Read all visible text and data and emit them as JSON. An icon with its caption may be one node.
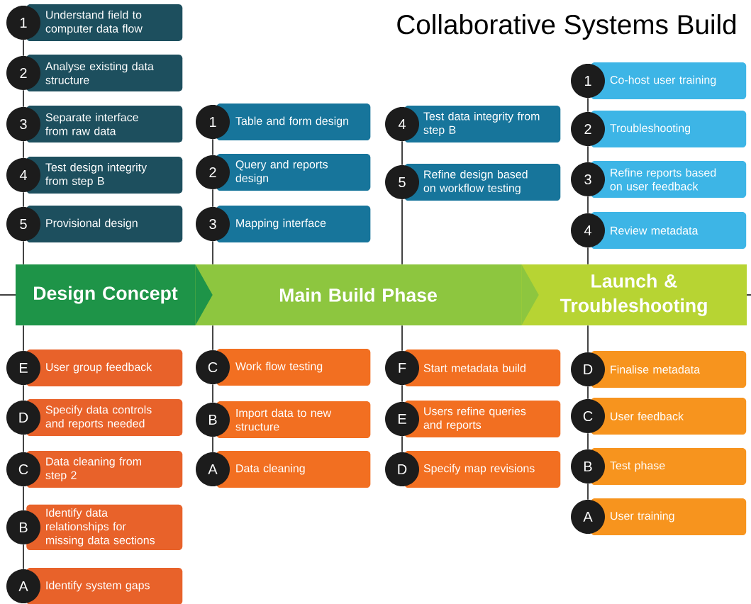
{
  "diagram": {
    "title": "Collaborative Systems Build",
    "nodes": [
      {
        "text": [
          "Design Concept"
        ]
      },
      {
        "text": [
          "Main Build Phase"
        ]
      },
      {
        "text": [
          "Launch & Troubleshooting"
        ]
      },
      {
        "text": [
          "1"
        ]
      },
      {
        "text": [
          "Understand field to computer data flow"
        ]
      },
      {
        "text": [
          "2"
        ]
      },
      {
        "text": [
          "Analyse existing data structure"
        ]
      },
      {
        "text": [
          "3"
        ]
      },
      {
        "text": [
          "Separate interface from raw data"
        ]
      },
      {
        "text": [
          "4"
        ]
      },
      {
        "text": [
          "Test design integrity from step B"
        ]
      },
      {
        "text": [
          "5"
        ]
      },
      {
        "text": [
          "Provisional design"
        ]
      },
      {
        "text": [
          "E"
        ]
      },
      {
        "text": [
          "User group feedback"
        ]
      },
      {
        "text": [
          "D"
        ]
      },
      {
        "text": [
          "Specify data controls and reports needed"
        ]
      },
      {
        "text": [
          "C"
        ]
      },
      {
        "text": [
          "Data cleaning from step 2"
        ]
      },
      {
        "text": [
          "B"
        ]
      },
      {
        "text": [
          "Identify data relationships for missing data sections"
        ]
      },
      {
        "text": [
          "A"
        ]
      },
      {
        "text": [
          "Identify system gaps"
        ]
      },
      {
        "text": [
          "1"
        ]
      },
      {
        "text": [
          "Table and form design"
        ]
      },
      {
        "text": [
          "2"
        ]
      },
      {
        "text": [
          "Query and reports design"
        ]
      },
      {
        "text": [
          "3"
        ]
      },
      {
        "text": [
          "Mapping interface"
        ]
      },
      {
        "text": [
          "C"
        ]
      },
      {
        "text": [
          "Work flow testing"
        ]
      },
      {
        "text": [
          "B"
        ]
      },
      {
        "text": [
          "Import data to new structure"
        ]
      },
      {
        "text": [
          "A"
        ]
      },
      {
        "text": [
          "Data cleaning"
        ]
      },
      {
        "text": [
          "4"
        ]
      },
      {
        "text": [
          "Test data integrity from step B"
        ]
      },
      {
        "text": [
          "5"
        ]
      },
      {
        "text": [
          "Refine design based on workflow testing"
        ]
      },
      {
        "text": [
          "F"
        ]
      },
      {
        "text": [
          "Start metadata build"
        ]
      },
      {
        "text": [
          "E"
        ]
      },
      {
        "text": [
          "Users refine queries and reports"
        ]
      },
      {
        "text": [
          "D"
        ]
      },
      {
        "text": [
          "Specify map revisions"
        ]
      },
      {
        "text": [
          "1"
        ]
      },
      {
        "text": [
          "Co-host user training"
        ]
      },
      {
        "text": [
          "2"
        ]
      },
      {
        "text": [
          "Troubleshooting"
        ]
      },
      {
        "text": [
          "3"
        ]
      },
      {
        "text": [
          "Refine reports based on user feedback"
        ]
      },
      {
        "text": [
          "4"
        ]
      },
      {
        "text": [
          "Review metadata"
        ]
      },
      {
        "text": [
          "D"
        ]
      },
      {
        "text": [
          "Finalise metadata"
        ]
      },
      {
        "text": [
          "C"
        ]
      },
      {
        "text": [
          "User feedback"
        ]
      },
      {
        "text": [
          "B"
        ]
      },
      {
        "text": [
          "Test phase"
        ]
      },
      {
        "text": [
          "A"
        ]
      },
      {
        "text": [
          "User training"
        ]
      }
    ],
    "edges": [
      {
        "from": 0,
        "to": 1,
        "arrow": "to",
        "color": "#1e9448"
      },
      {
        "from": 1,
        "to": 2,
        "arrow": "to",
        "color": "#8dc63f"
      },
      {
        "from": 3,
        "to": 5,
        "arrow": "none"
      },
      {
        "from": 5,
        "to": 7,
        "arrow": "none"
      },
      {
        "from": 7,
        "to": 9,
        "arrow": "none"
      },
      {
        "from": 9,
        "to": 11,
        "arrow": "none"
      },
      {
        "from": 11,
        "to": 0,
        "arrow": "none"
      },
      {
        "from": 0,
        "to": 13,
        "arrow": "none"
      },
      {
        "from": 13,
        "to": 15,
        "arrow": "none"
      },
      {
        "from": 15,
        "to": 17,
        "arrow": "none"
      },
      {
        "from": 17,
        "to": 19,
        "arrow": "none"
      },
      {
        "from": 19,
        "to": 21,
        "arrow": "none"
      },
      {
        "from": 23,
        "to": 25,
        "arrow": "none"
      },
      {
        "from": 25,
        "to": 27,
        "arrow": "none"
      },
      {
        "from": 27,
        "to": 1,
        "arrow": "none"
      },
      {
        "from": 1,
        "to": 29,
        "arrow": "none"
      },
      {
        "from": 29,
        "to": 31,
        "arrow": "none"
      },
      {
        "from": 31,
        "to": 33,
        "arrow": "none"
      },
      {
        "from": 35,
        "to": 37,
        "arrow": "none"
      },
      {
        "from": 37,
        "to": 1,
        "arrow": "none"
      },
      {
        "from": 1,
        "to": 39,
        "arrow": "none"
      },
      {
        "from": 39,
        "to": 41,
        "arrow": "none"
      },
      {
        "from": 41,
        "to": 43,
        "arrow": "none"
      },
      {
        "from": 45,
        "to": 47,
        "arrow": "none"
      },
      {
        "from": 47,
        "to": 49,
        "arrow": "none"
      },
      {
        "from": 49,
        "to": 51,
        "arrow": "none"
      },
      {
        "from": 51,
        "to": 2,
        "arrow": "none"
      },
      {
        "from": 2,
        "to": 53,
        "arrow": "none"
      },
      {
        "from": 53,
        "to": 55,
        "arrow": "none"
      },
      {
        "from": 55,
        "to": 57,
        "arrow": "none"
      },
      {
        "from": 57,
        "to": 59,
        "arrow": "none"
      }
    ]
  }
}
